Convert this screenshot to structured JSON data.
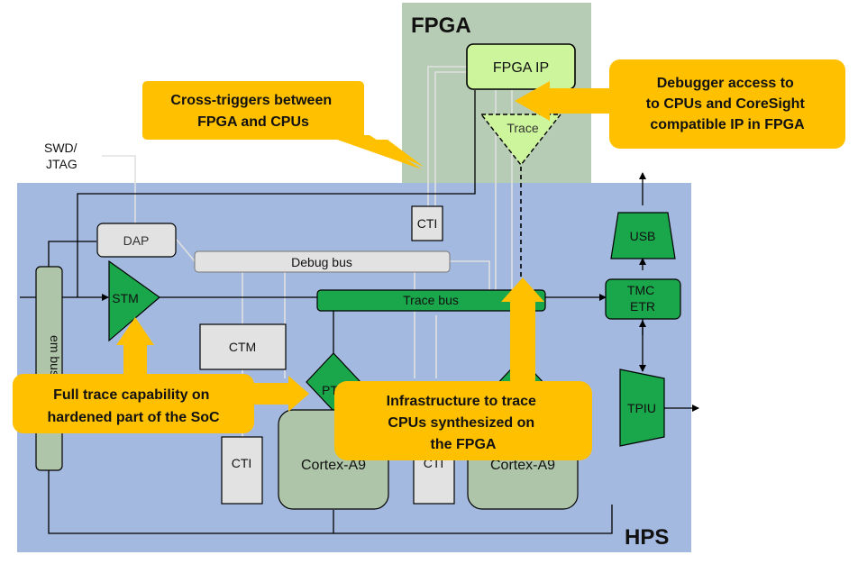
{
  "regions": {
    "fpga": "FPGA",
    "hps": "HPS"
  },
  "blocks": {
    "fpga_ip": "FPGA IP",
    "trace": "Trace",
    "cti_top": "CTI",
    "dap": "DAP",
    "debug_bus": "Debug bus",
    "stm": "STM",
    "trace_bus": "Trace bus",
    "ctm": "CTM",
    "ptm_left": "PT",
    "cti_left": "CTI",
    "cpu_left": "Cortex-A9",
    "cti_right": "CTI",
    "cpu_right": "Cortex-A9",
    "system_bus": "em bus",
    "usb": "USB",
    "tmc_line1": "TMC",
    "tmc_line2": "ETR",
    "tpiu": "TPIU"
  },
  "external": {
    "swd_line1": "SWD/",
    "swd_line2": "JTAG"
  },
  "callouts": {
    "cross_triggers": [
      "Cross-triggers between",
      "FPGA and CPUs"
    ],
    "debugger_access": [
      "Debugger access to",
      "to CPUs and CoreSight",
      "compatible IP in FPGA"
    ],
    "full_trace": [
      "Full trace capability on",
      "hardened part of the SoC"
    ],
    "infrastructure": [
      "Infrastructure to trace",
      "CPUs synthesized on",
      "the FPGA"
    ]
  },
  "colors": {
    "fpga_region": "#b7ccb4",
    "hps_region": "#a3b9df",
    "green_block": "#1aa64a",
    "light_green": "#ccf59c",
    "gray_block": "#e2e2e2",
    "cpu_block": "#afc5a9",
    "callout": "#ffc000"
  }
}
